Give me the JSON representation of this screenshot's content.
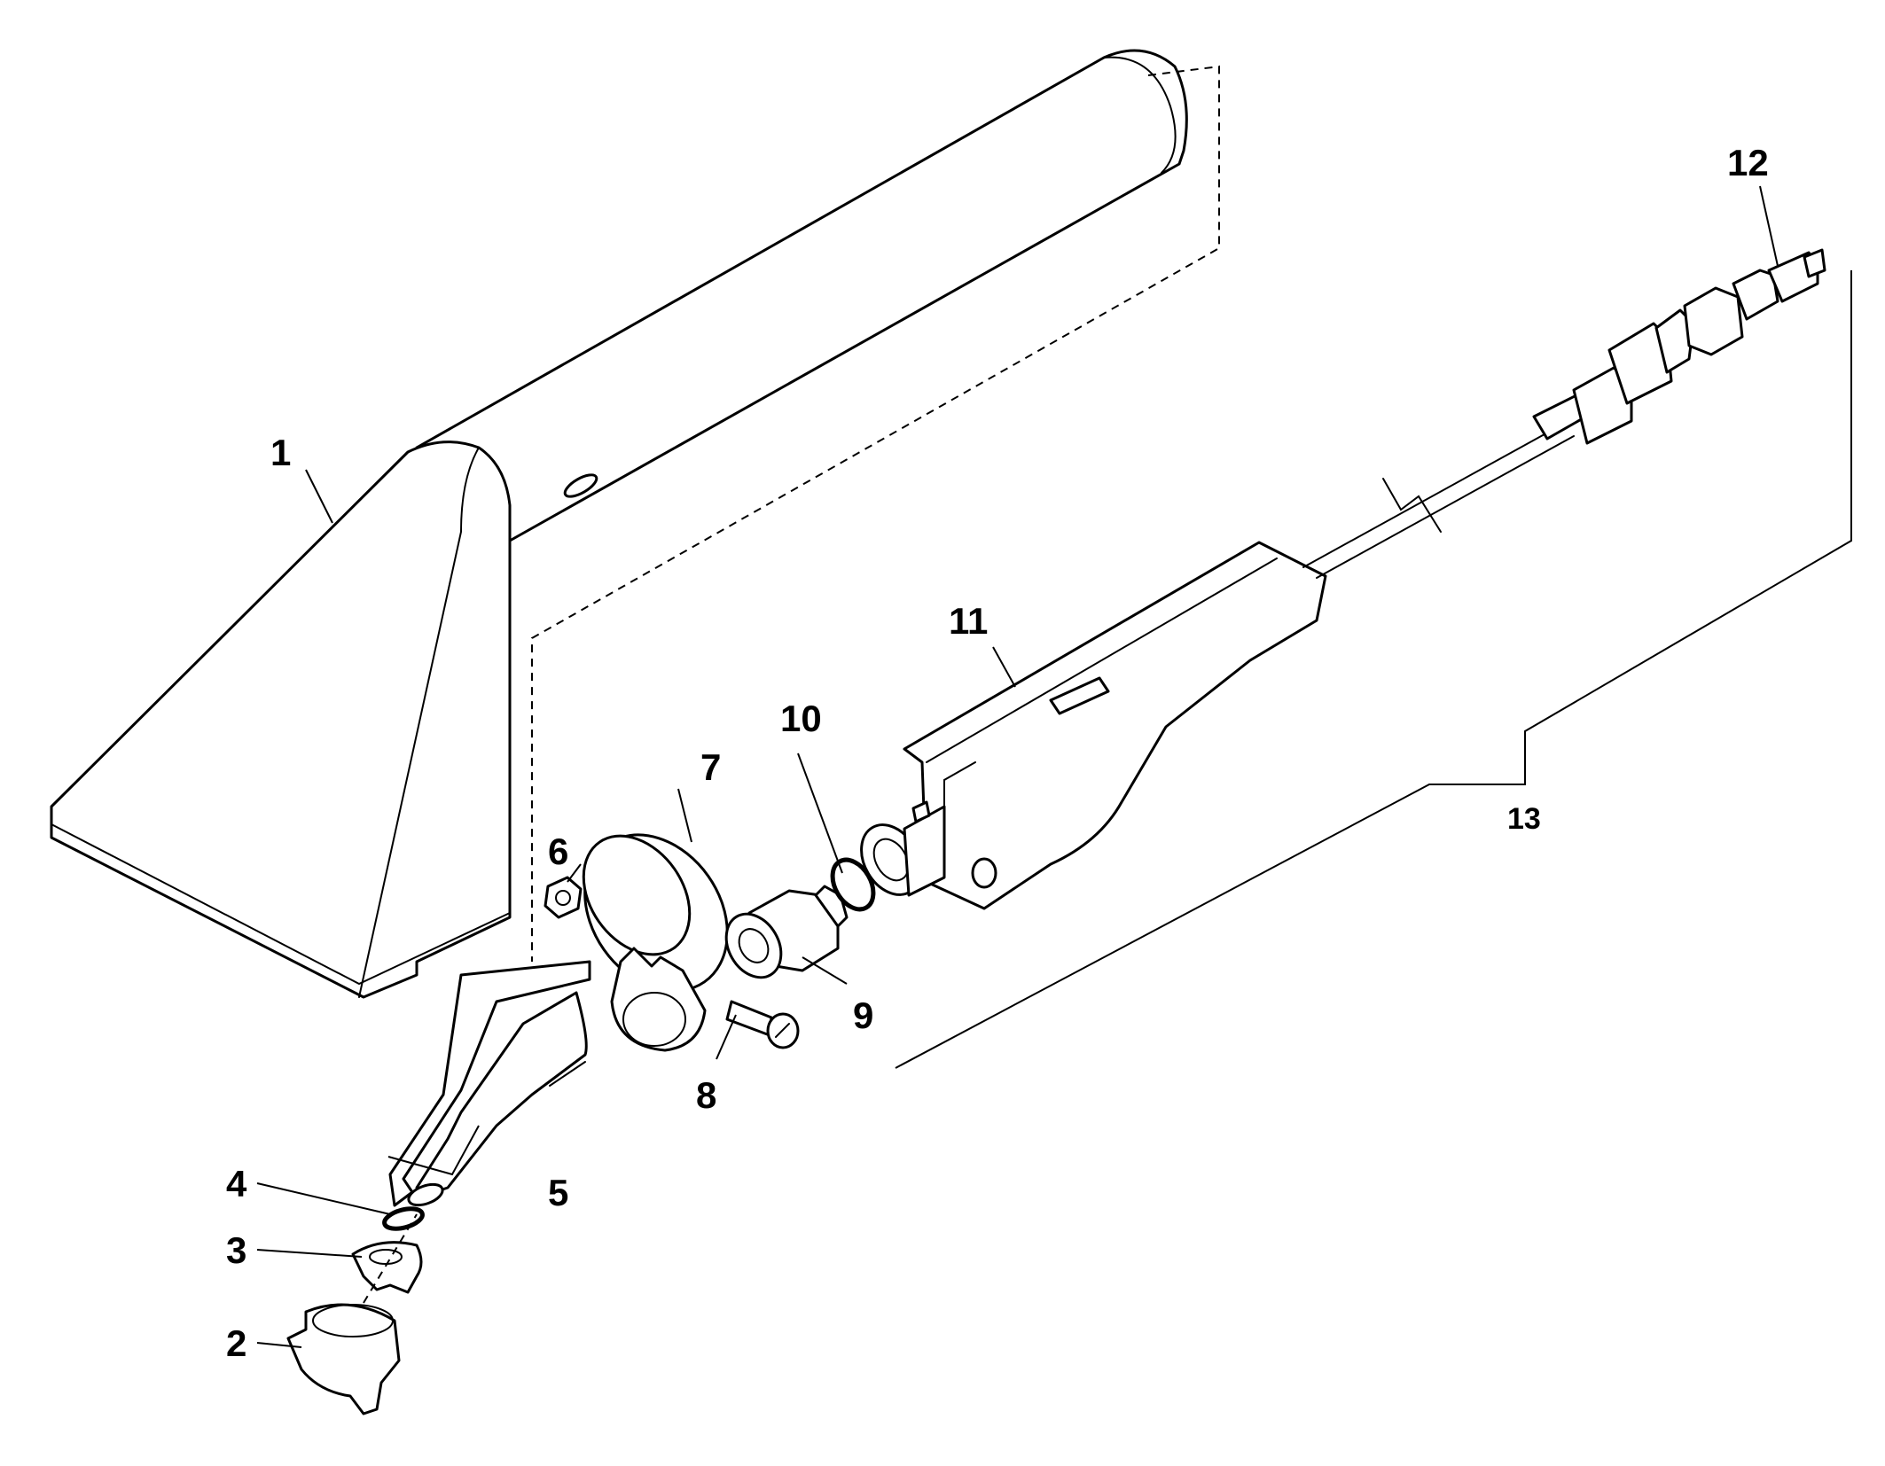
{
  "callouts": {
    "c1": "1",
    "c2": "2",
    "c3": "3",
    "c4": "4",
    "c5": "5",
    "c6": "6",
    "c7": "7",
    "c8": "8",
    "c9": "9",
    "c10": "10",
    "c11": "11",
    "c12": "12",
    "c13": "13"
  },
  "parts": [
    {
      "id": "1",
      "name": "floor-tool-head-icon"
    },
    {
      "id": "2",
      "name": "clip-nut-icon"
    },
    {
      "id": "3",
      "name": "jet-tip-icon"
    },
    {
      "id": "4",
      "name": "o-ring-icon"
    },
    {
      "id": "5",
      "name": "spray-bar-tube-icon"
    },
    {
      "id": "6",
      "name": "hex-nut-icon"
    },
    {
      "id": "7",
      "name": "pipe-clamp-icon"
    },
    {
      "id": "8",
      "name": "screw-icon"
    },
    {
      "id": "9",
      "name": "adapter-fitting-icon"
    },
    {
      "id": "10",
      "name": "o-ring-icon"
    },
    {
      "id": "11",
      "name": "valve-handle-icon"
    },
    {
      "id": "12",
      "name": "quick-connect-coupler-icon"
    },
    {
      "id": "13",
      "name": "valve-assembly-bracket"
    }
  ]
}
